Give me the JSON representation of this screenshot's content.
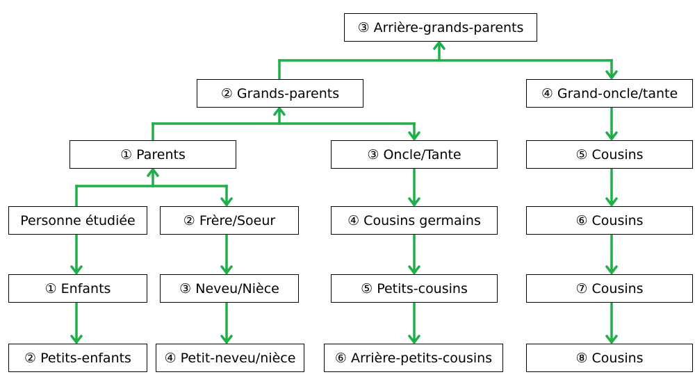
{
  "edge_color": "#1fae48",
  "nodes": {
    "great_grandparents": "③ Arrière-grands-parents",
    "grandparents": "② Grands-parents",
    "great_uncle_aunt": "④ Grand-oncle/tante",
    "parents": "① Parents",
    "uncle_aunt": "③ Oncle/Tante",
    "cousins_5": "⑤ Cousins",
    "subject_person": "Personne étudiée",
    "sibling": "② Frère/Soeur",
    "first_cousins": "④ Cousins germains",
    "cousins_6": "⑥ Cousins",
    "children": "① Enfants",
    "nephew_niece": "③ Neveu/Nièce",
    "second_cousins": "⑤ Petits-cousins",
    "cousins_7": "⑦ Cousins",
    "grandchildren": "② Petits-enfants",
    "grandnephew_niece": "④ Petit-neveu/nièce",
    "third_cousins": "⑥ Arrière-petits-cousins",
    "cousins_8": "⑧ Cousins"
  }
}
